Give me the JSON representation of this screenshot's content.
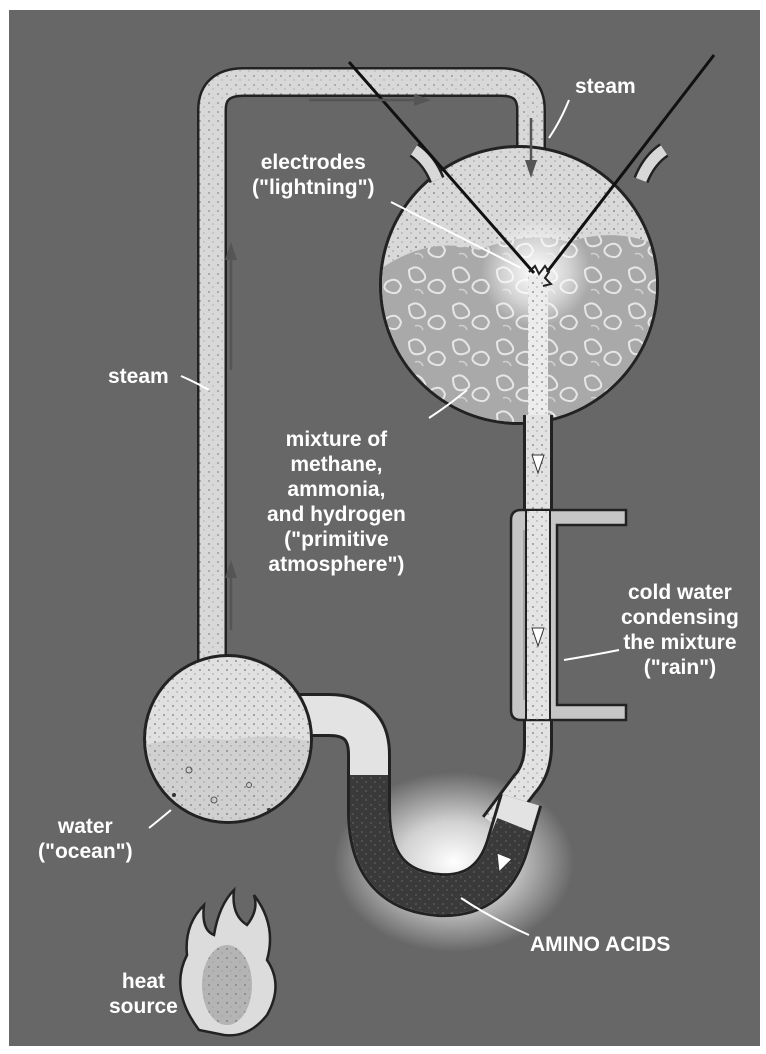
{
  "labels": {
    "steam_top": "steam",
    "steam_left": "steam",
    "electrodes": [
      "electrodes",
      "(\"lightning\")"
    ],
    "mixture": [
      "mixture of",
      "methane,",
      "ammonia,",
      "and hydrogen",
      "(\"primitive",
      "atmosphere\")"
    ],
    "cold_water": [
      "cold water",
      "condensing",
      "the mixture",
      "(\"rain\")"
    ],
    "water": [
      "water",
      "(\"ocean\")"
    ],
    "heat": [
      "heat",
      "source"
    ],
    "amino": "AMINO ACIDS"
  },
  "colors": {
    "background": "#676767",
    "glass": "#d8d8d8",
    "gas_mixture": "#a9a9a9",
    "amino_fill": "#3a3a3a",
    "label": "#ffffff",
    "arrow": "#5a5a5a"
  }
}
